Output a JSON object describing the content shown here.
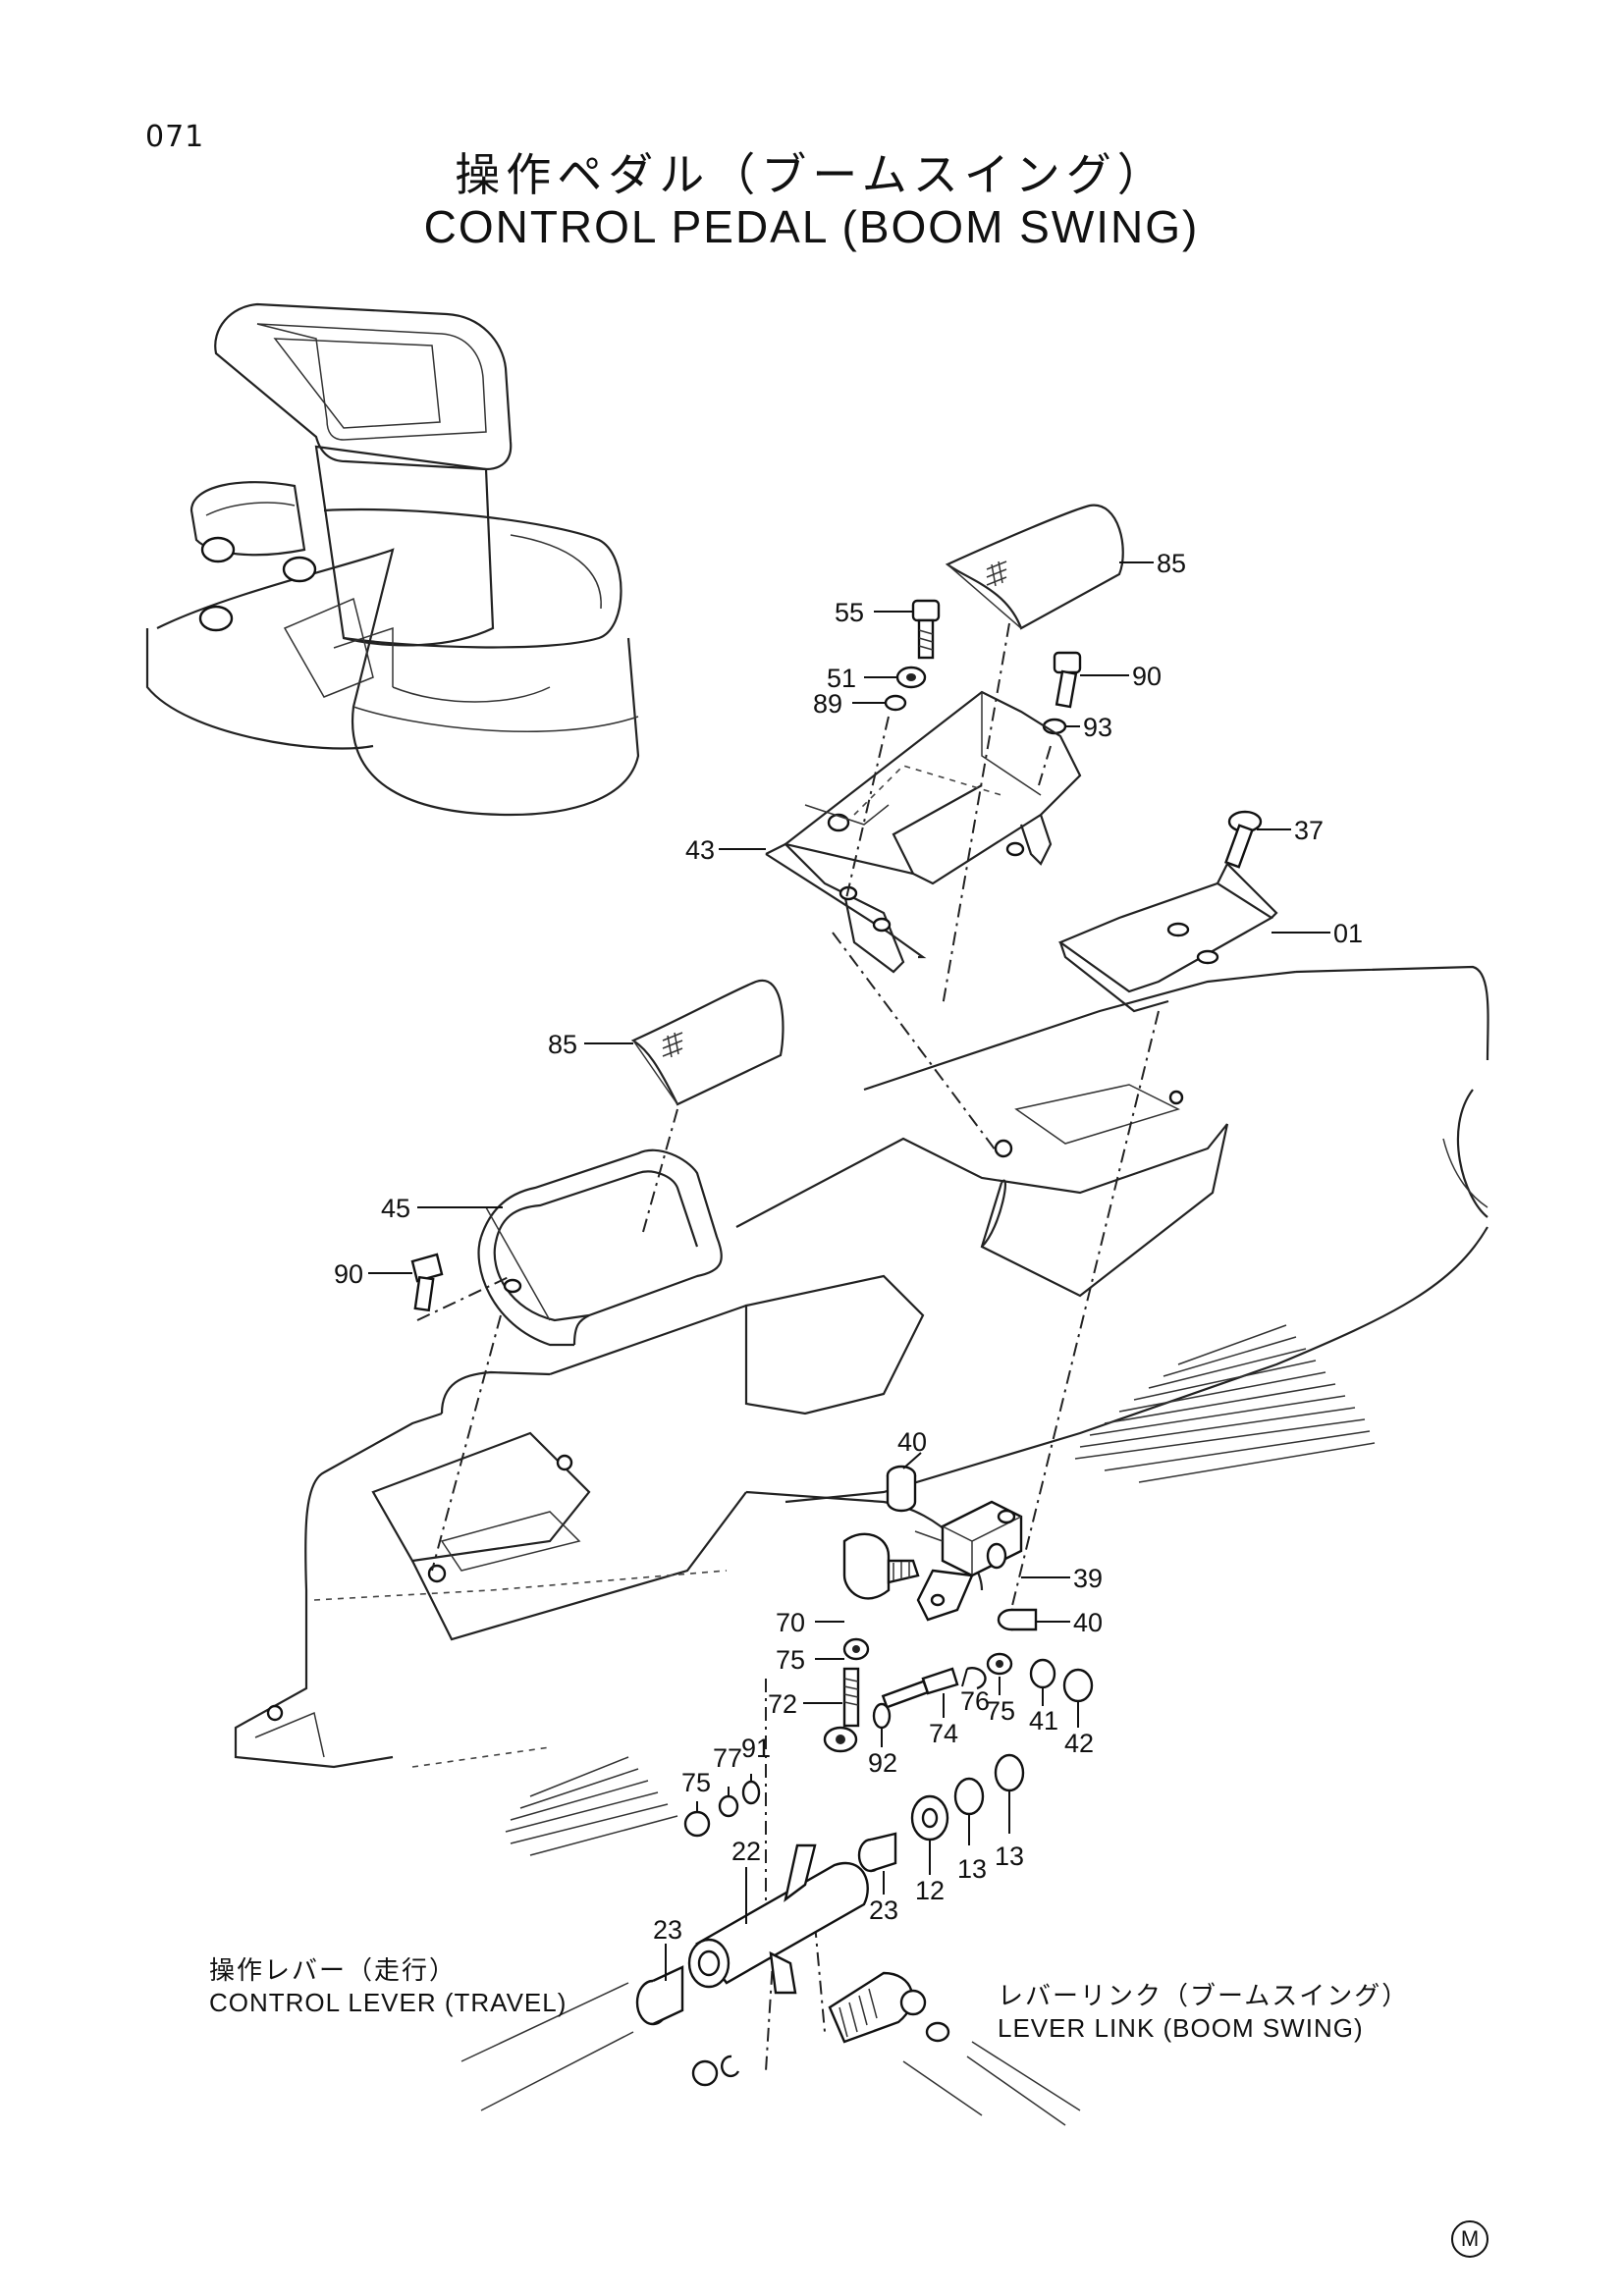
{
  "page_number": "071",
  "title_jp": "操作ペダル（ブームスイング）",
  "title_en": "CONTROL PEDAL (BOOM SWING)",
  "callouts": [
    "85",
    "55",
    "51",
    "89",
    "90",
    "93",
    "43",
    "37",
    "01",
    "85",
    "45",
    "90",
    "40",
    "39",
    "70",
    "40",
    "75",
    "72",
    "76",
    "75",
    "41",
    "74",
    "42",
    "92",
    "77",
    "91",
    "75",
    "22",
    "13",
    "13",
    "23",
    "12",
    "23"
  ],
  "ref_travel": {
    "jp": "操作レバー（走行）",
    "en": "CONTROL LEVER (TRAVEL)"
  },
  "ref_link": {
    "jp": "レバーリンク（ブームスイング）",
    "en": "LEVER LINK (BOOM SWING)"
  },
  "mark": "M"
}
